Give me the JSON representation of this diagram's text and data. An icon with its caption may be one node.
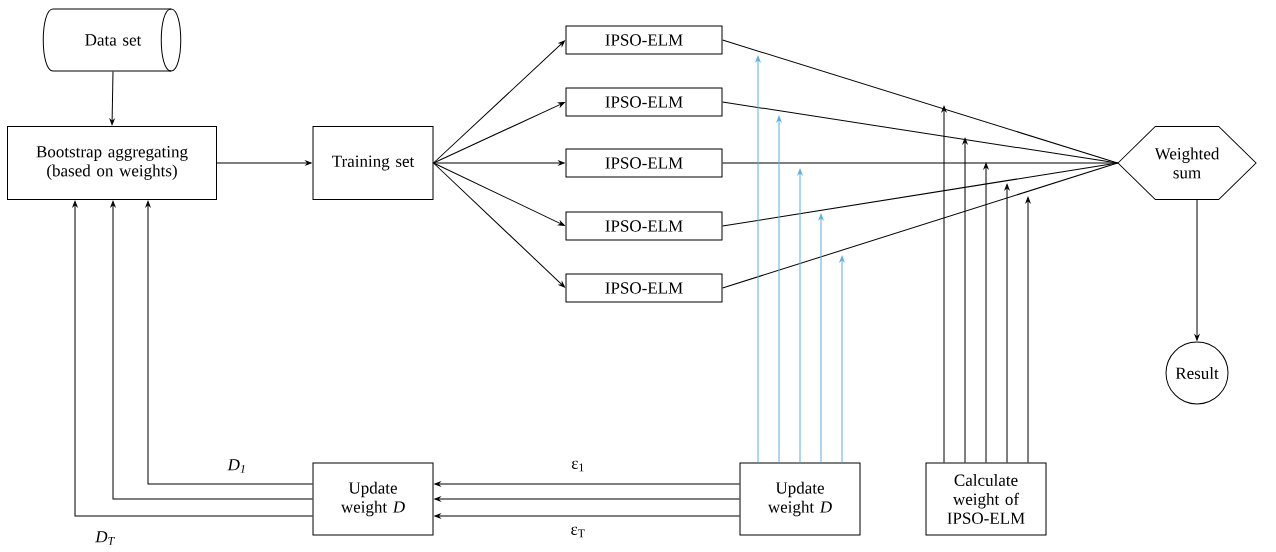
{
  "diagram": {
    "nodes": [
      {
        "text": [
          "Data set"
        ]
      },
      {
        "text": [
          "Bootstrap aggregating (based on weights)"
        ]
      },
      {
        "text": [
          "Training set"
        ]
      },
      {
        "text": [
          "IPSO-ELM"
        ]
      },
      {
        "text": [
          "IPSO-ELM"
        ]
      },
      {
        "text": [
          "IPSO-ELM"
        ]
      },
      {
        "text": [
          "IPSO-ELM"
        ]
      },
      {
        "text": [
          "IPSO-ELM"
        ]
      },
      {
        "text": [
          "Weighted sum"
        ]
      },
      {
        "text": [
          "Result"
        ]
      },
      {
        "text": [
          "Update weight *D*"
        ]
      },
      {
        "text": [
          "Update weight *D*"
        ]
      },
      {
        "text": [
          "Calculate weight of IPSO-ELM"
        ]
      }
    ],
    "edges": [
      {
        "from": 0,
        "to": 1,
        "arrow": "to"
      },
      {
        "from": 1,
        "to": 2,
        "arrow": "to"
      },
      {
        "from": 2,
        "to": 3,
        "arrow": "to"
      },
      {
        "from": 2,
        "to": 4,
        "arrow": "to"
      },
      {
        "from": 2,
        "to": 5,
        "arrow": "to"
      },
      {
        "from": 2,
        "to": 6,
        "arrow": "to"
      },
      {
        "from": 2,
        "to": 7,
        "arrow": "to"
      },
      {
        "from": 3,
        "to": 8,
        "arrow": "none"
      },
      {
        "from": 4,
        "to": 8,
        "arrow": "none"
      },
      {
        "from": 5,
        "to": 8,
        "arrow": "none"
      },
      {
        "from": 6,
        "to": 8,
        "arrow": "none"
      },
      {
        "from": 7,
        "to": 8,
        "arrow": "none"
      },
      {
        "from": 8,
        "to": 9,
        "arrow": "to"
      },
      {
        "from": 11,
        "to": 10,
        "arrow": "to",
        "label": "ε$_{1}$"
      },
      {
        "from": 11,
        "to": 10,
        "arrow": "to"
      },
      {
        "from": 11,
        "to": 10,
        "arrow": "to",
        "label": "ε$_{T}$"
      },
      {
        "from": 10,
        "to": 1,
        "arrow": "to",
        "label": "D$_{1}$"
      },
      {
        "from": 10,
        "to": 1,
        "arrow": "to"
      },
      {
        "from": 10,
        "to": 1,
        "arrow": "to",
        "label": "D$_{T}$"
      },
      {
        "from": 11,
        "to": null,
        "arrow": "to",
        "color": "#5aaee0"
      },
      {
        "from": 11,
        "to": null,
        "arrow": "to",
        "color": "#5aaee0"
      },
      {
        "from": 11,
        "to": null,
        "arrow": "to",
        "color": "#5aaee0"
      },
      {
        "from": 11,
        "to": null,
        "arrow": "to",
        "color": "#5aaee0"
      },
      {
        "from": 11,
        "to": null,
        "arrow": "to",
        "color": "#5aaee0"
      },
      {
        "from": 12,
        "to": null,
        "arrow": "to"
      },
      {
        "from": 12,
        "to": null,
        "arrow": "to"
      },
      {
        "from": 12,
        "to": null,
        "arrow": "to"
      },
      {
        "from": 12,
        "to": null,
        "arrow": "to"
      },
      {
        "from": 12,
        "to": null,
        "arrow": "to"
      }
    ]
  }
}
